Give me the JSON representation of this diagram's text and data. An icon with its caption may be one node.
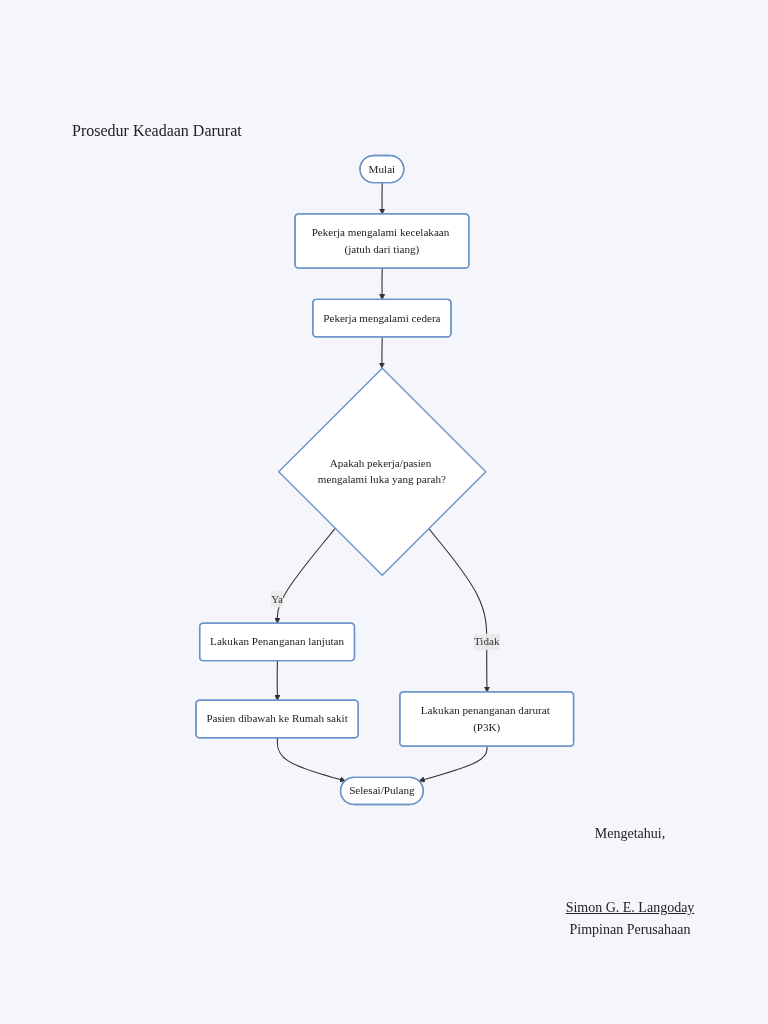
{
  "diagram": {
    "title": "Prosedur Keadaan Darurat",
    "nodes": [
      {
        "text": [
          "Mulai"
        ]
      },
      {
        "text": [
          "Pekerja mengalami kecelakaan (jatuh dari tiang)"
        ]
      },
      {
        "text": [
          "Pekerja mengalami cedera"
        ]
      },
      {
        "text": [
          "Apakah pekerja/pasien mengalami luka yang parah?"
        ]
      },
      {
        "text": [
          "Lakukan penanganan darurat (P3K)"
        ]
      },
      {
        "text": [
          "Lakukan Penanganan lanjutan"
        ]
      },
      {
        "text": [
          "Pasien dibawah ke Rumah sakit"
        ]
      },
      {
        "text": [
          "Selesai/Pulang"
        ]
      }
    ],
    "edges": [
      {
        "from": 0,
        "to": 1,
        "arrow": "to"
      },
      {
        "from": 1,
        "to": 2,
        "arrow": "to"
      },
      {
        "from": 2,
        "to": 3,
        "arrow": "to"
      },
      {
        "from": 3,
        "to": 4,
        "label": "Tidak",
        "arrow": "to"
      },
      {
        "from": 3,
        "to": 5,
        "label": "Ya",
        "arrow": "to"
      },
      {
        "from": 5,
        "to": 6,
        "arrow": "to"
      },
      {
        "from": 6,
        "to": 7,
        "arrow": "to"
      },
      {
        "from": 4,
        "to": 7,
        "arrow": "to"
      }
    ],
    "labels": [
      "Mengetahui,",
      "Simon G. E. Langoday",
      "Pimpinan Perusahaan"
    ]
  }
}
